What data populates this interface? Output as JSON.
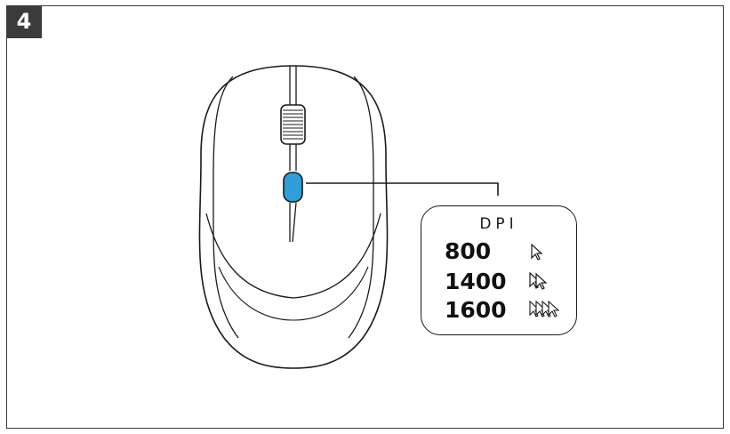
{
  "step": {
    "number": "4"
  },
  "dpi": {
    "title": "DPI",
    "levels": [
      {
        "value": "800",
        "icon": "single-cursor-icon"
      },
      {
        "value": "1400",
        "icon": "double-cursor-icon"
      },
      {
        "value": "1600",
        "icon": "quad-cursor-icon"
      }
    ]
  },
  "colors": {
    "dpi_button": "#2e9fd9",
    "outline": "#1a1a1a",
    "badge": "#3b3b3b"
  }
}
